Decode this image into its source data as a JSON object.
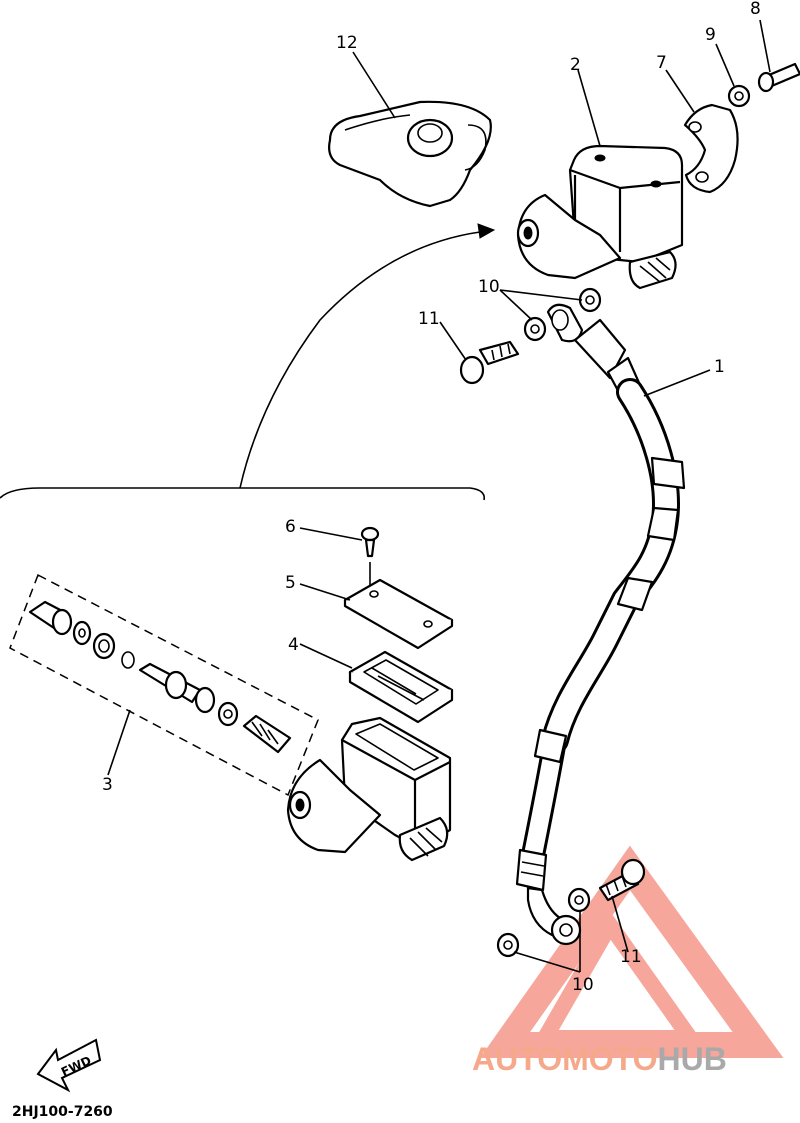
{
  "diagram": {
    "part_labels": {
      "p1": "1",
      "p2": "2",
      "p3": "3",
      "p4": "4",
      "p5": "5",
      "p6": "6",
      "p7": "7",
      "p8": "8",
      "p9": "9",
      "p10_top": "10",
      "p10_bottom": "10",
      "p11_top": "11",
      "p11_bottom": "11",
      "p12": "12"
    },
    "fwd_arrow": "FWD",
    "diagram_code": "2HJ100-7260"
  },
  "watermark": {
    "part1": "AUTO",
    "part2": "MOTO",
    "part3": "HUB",
    "colors": {
      "auto": "#f6a98a",
      "moto": "#f6a98a",
      "hub": "#a9a9a9",
      "triangle": "#f3897a"
    }
  }
}
